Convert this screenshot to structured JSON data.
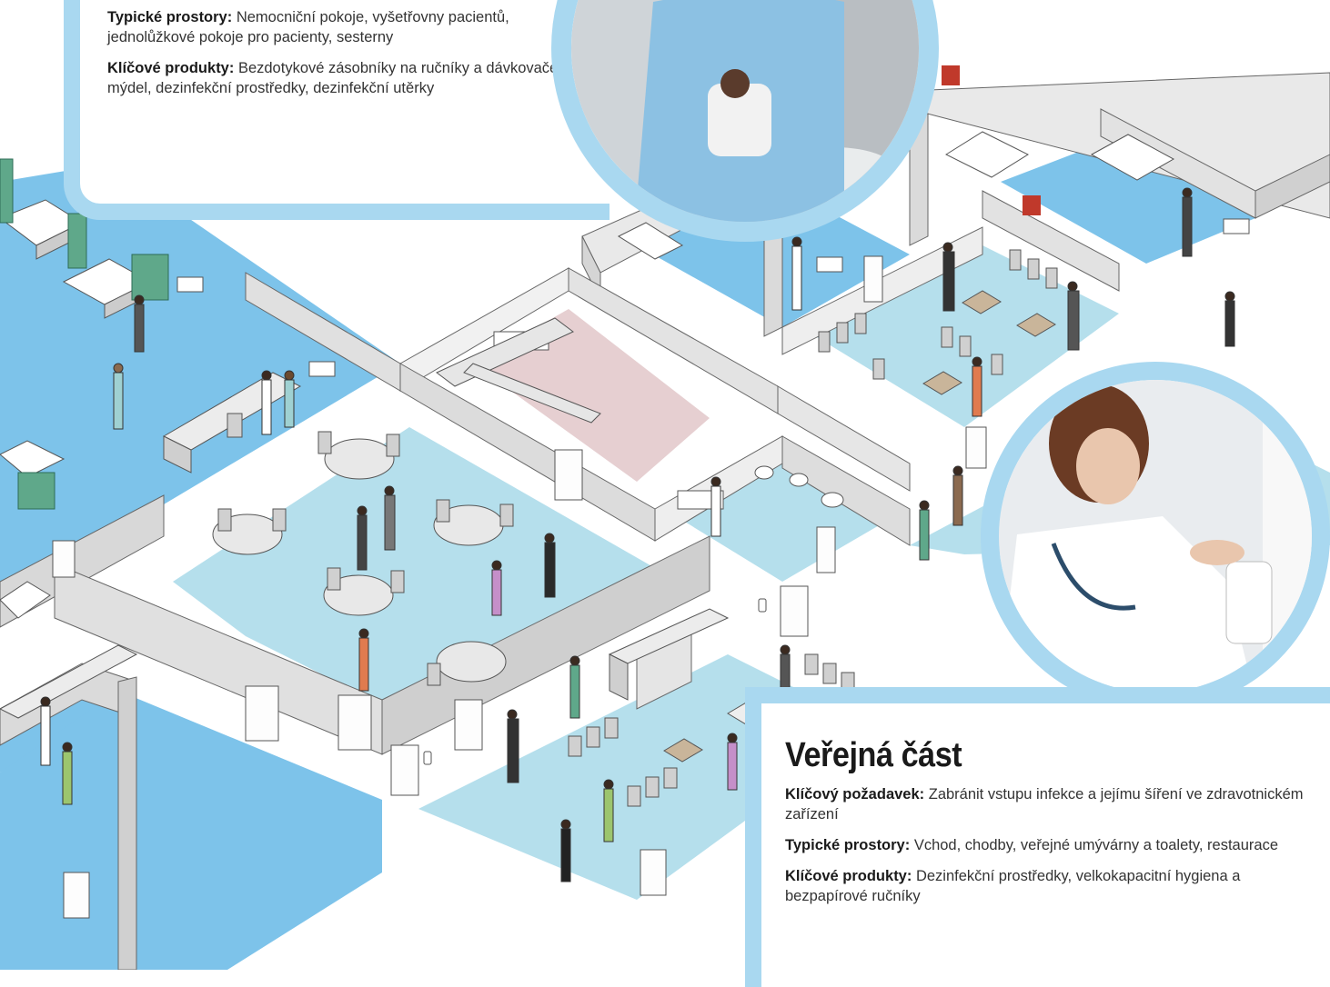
{
  "callouts": [
    {
      "id": "patient-area",
      "typical_label": "Typické prostory:",
      "typical_text": "Nemocniční pokoje, vyšetřovny pacientů, jednolůžkové pokoje pro pacienty, sesterny",
      "products_label": "Klíčové produkty:",
      "products_text": "Bezdotykové zásobníky na ručníky a dávkovače mýdel, dezinfekční prostředky, dezinfekční utěrky"
    },
    {
      "id": "public-area",
      "title": "Veřejná část",
      "requirement_label": "Klíčový požadavek:",
      "requirement_text": "Zabránit vstupu infekce a jejímu šíření ve zdravotnickém zařízení",
      "typical_label": "Typické prostory:",
      "typical_text": "Vchod, chodby, veřejné umývárny a toalety, restaurace",
      "products_label": "Klíčové produkty:",
      "products_text": "Dezinfekční prostředky, velkokapacitní hygiena a bezpapírové ručníky"
    }
  ],
  "colors": {
    "floor_blue": "#7dc3ea",
    "floor_light": "#b5dfec",
    "floor_pink": "#e6cfd1",
    "wall_top": "#f4f4f4",
    "wall_side": "#d5d5d5",
    "callout_border": "#a9d8f0",
    "curtain_green": "#5fa88a"
  },
  "icons": [
    "nurse-photo",
    "doctor-photo",
    "hospital-bed-icon",
    "sink-icon",
    "person-icon",
    "chair-icon",
    "round-table-icon",
    "door-icon",
    "toilet-icon",
    "dispenser-icon"
  ]
}
